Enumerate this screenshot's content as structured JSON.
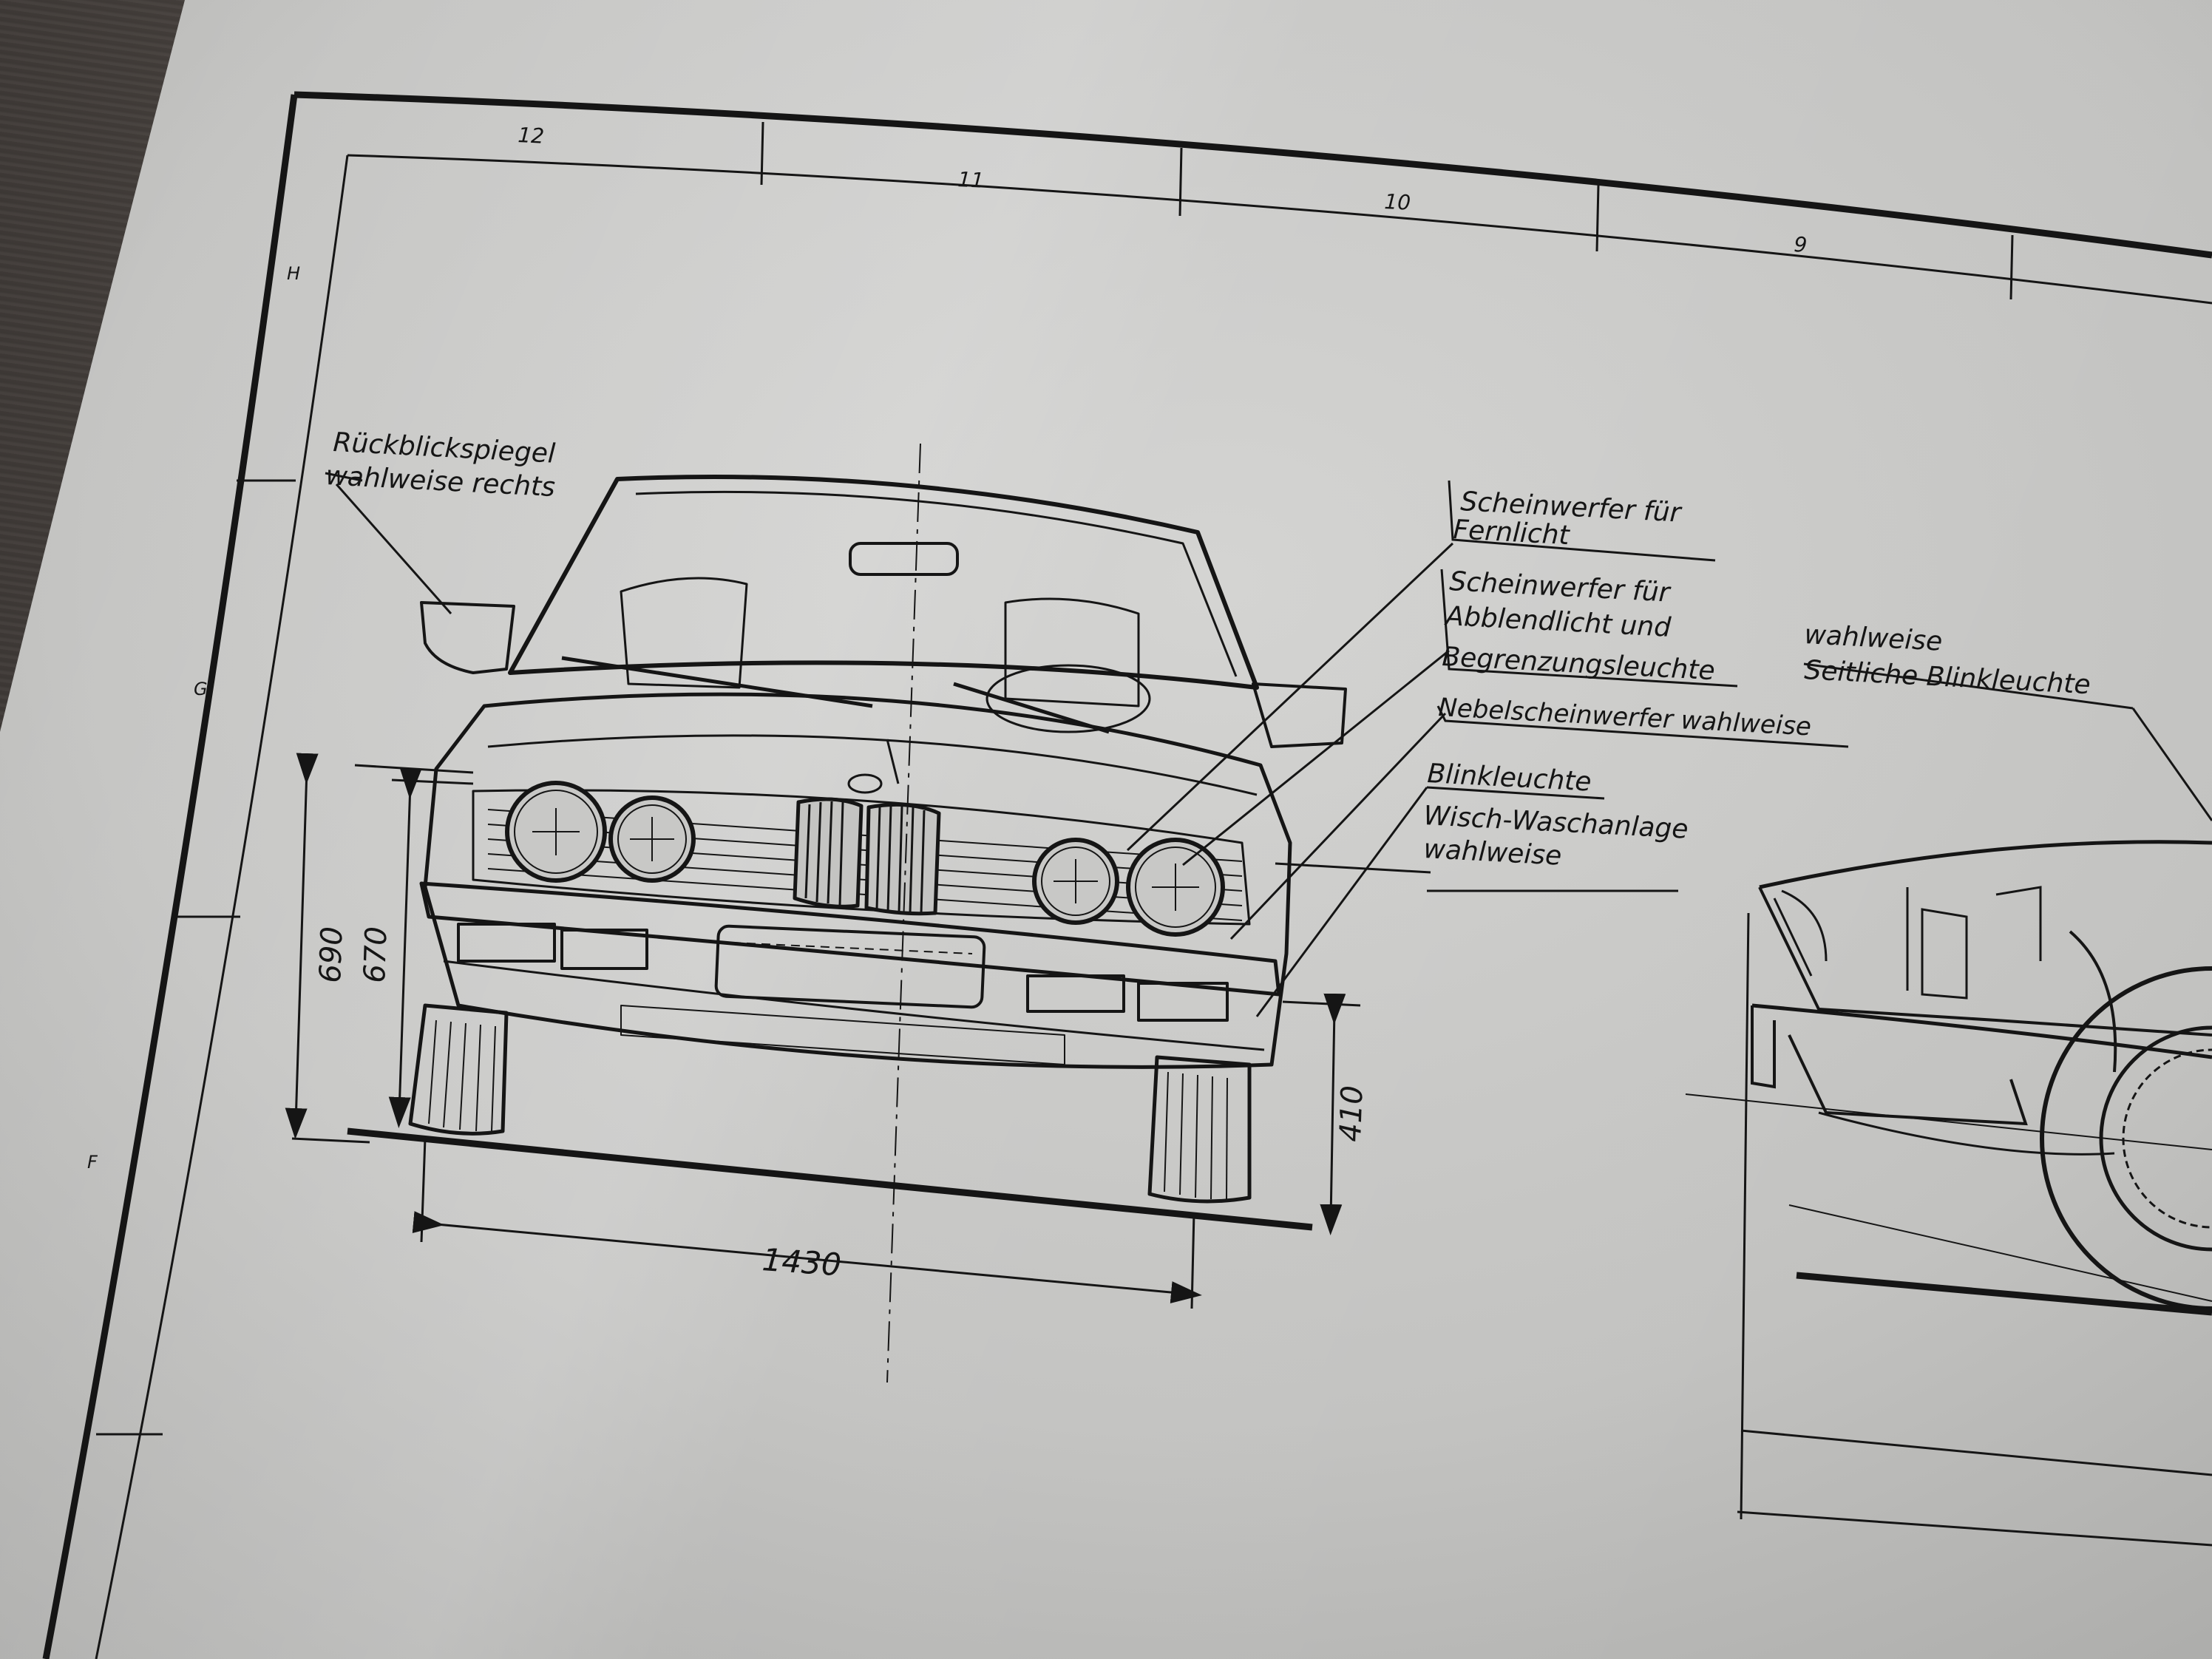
{
  "sheet": {
    "zone_numbers_top": [
      "12",
      "11",
      "10",
      "9"
    ],
    "zone_letters_left": [
      "H",
      "G",
      "F"
    ]
  },
  "labels": {
    "mirror_line1": "Rückblickspiegel",
    "mirror_line2": "wahlweise rechts",
    "highbeam_line1": "Scheinwerfer für",
    "highbeam_line2": "Fernlicht",
    "lowbeam_line1": "Scheinwerfer für",
    "lowbeam_line2": "Abblendlicht und",
    "lowbeam_line3": "Begrenzungsleuchte",
    "fog": "Nebelscheinwerfer wahlweise",
    "blinker": "Blinkleuchte",
    "wiper_line1": "Wisch-Waschanlage",
    "wiper_line2": "wahlweise",
    "side_line1": "wahlweise",
    "side_line2": "Seitliche Blinkleuchte"
  },
  "dimensions": {
    "width": "1430",
    "height_outer": "690",
    "height_inner": "670",
    "bumper_height": "410"
  },
  "colors": {
    "paper": "#c9c9c7",
    "ink": "#151515",
    "background": "#4a4542"
  }
}
